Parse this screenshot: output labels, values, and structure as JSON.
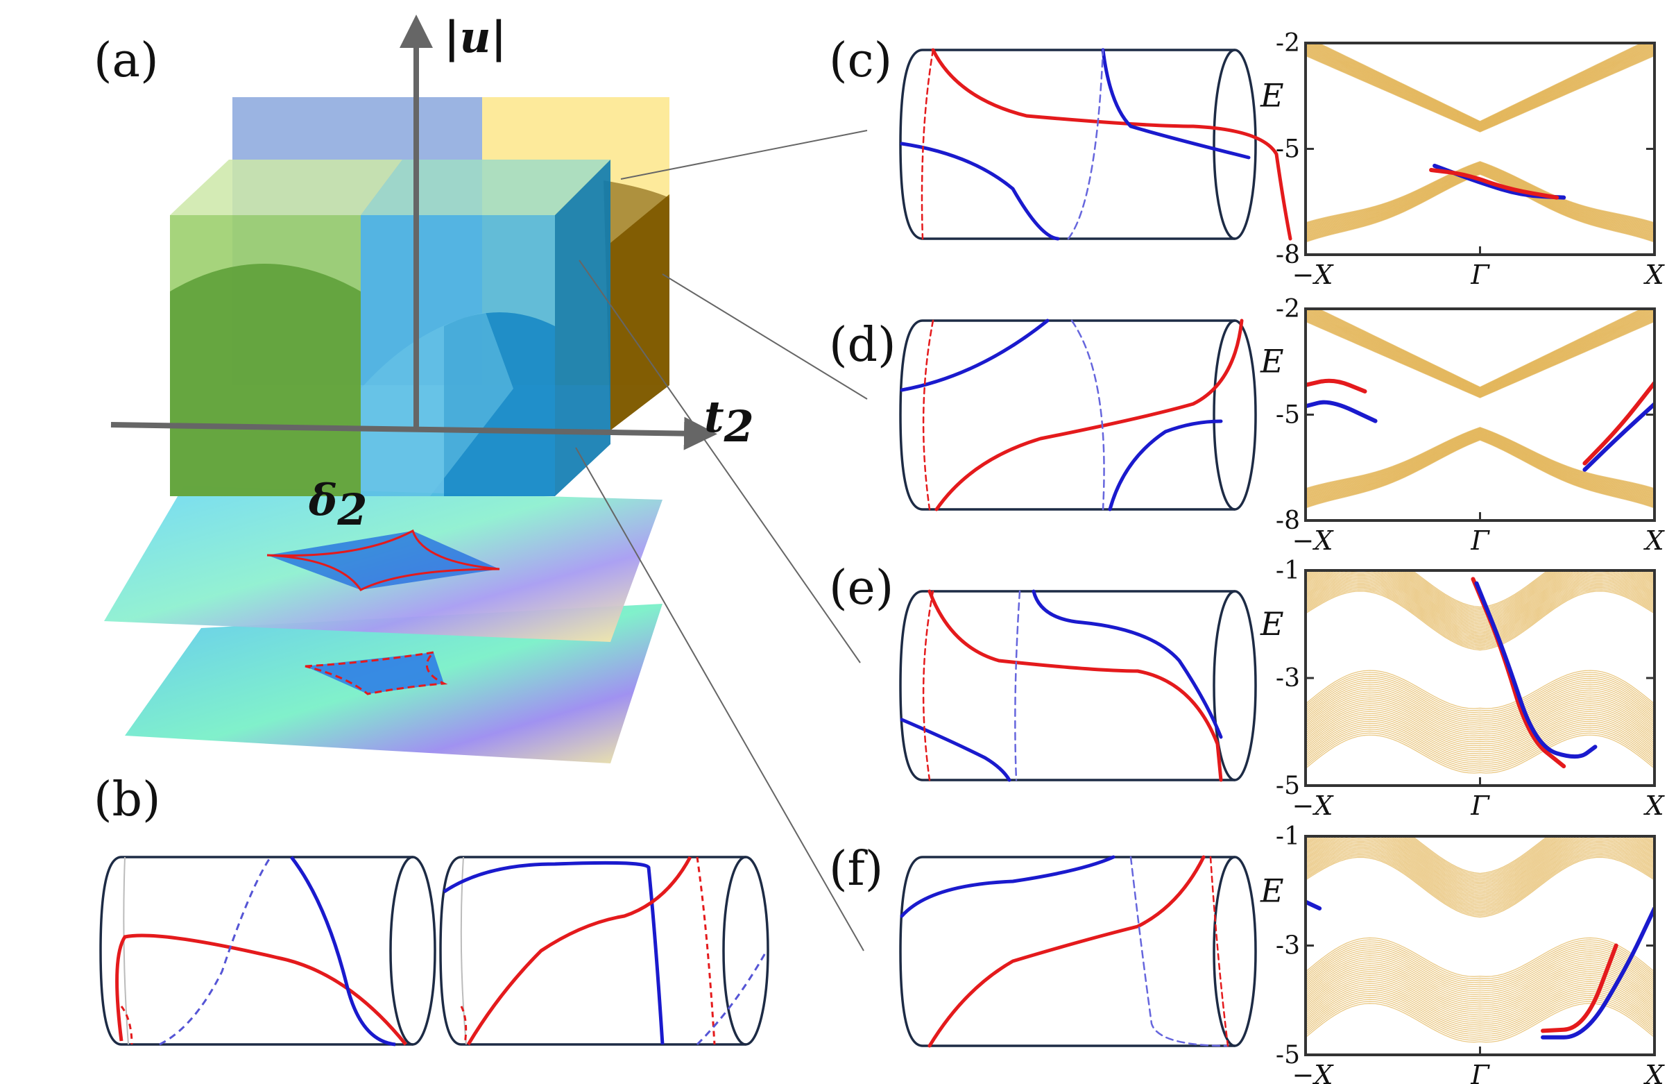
{
  "panel_labels": {
    "a": "(a)",
    "b": "(b)",
    "c": "(c)",
    "d": "(d)",
    "e": "(e)",
    "f": "(f)"
  },
  "axes_3d": {
    "vertical": "|u|",
    "horizontal": "t",
    "horizontal_sub": "2",
    "depth": "δ",
    "depth_sub": "2"
  },
  "colors": {
    "red": "#e41a1c",
    "blue": "#1a1acd",
    "band": "#e3b65a",
    "frame": "#1d2b45"
  },
  "chart_data": [
    {
      "type": "line",
      "panel": "c",
      "ylabel": "E",
      "yticks": [
        "-2",
        "-5",
        "-8"
      ],
      "xticks": [
        "−X",
        "Γ",
        "X"
      ]
    },
    {
      "type": "line",
      "panel": "d",
      "ylabel": "E",
      "yticks": [
        "-2",
        "-5",
        "-8"
      ],
      "xticks": [
        "−X",
        "Γ",
        "X"
      ]
    },
    {
      "type": "line",
      "panel": "e",
      "ylabel": "E",
      "yticks": [
        "-1",
        "-3",
        "-5"
      ],
      "xticks": [
        "−X",
        "Γ",
        "X"
      ]
    },
    {
      "type": "line",
      "panel": "f",
      "ylabel": "E",
      "yticks": [
        "-1",
        "-3",
        "-5"
      ],
      "xticks": [
        "−X",
        "Γ",
        "X"
      ]
    }
  ]
}
